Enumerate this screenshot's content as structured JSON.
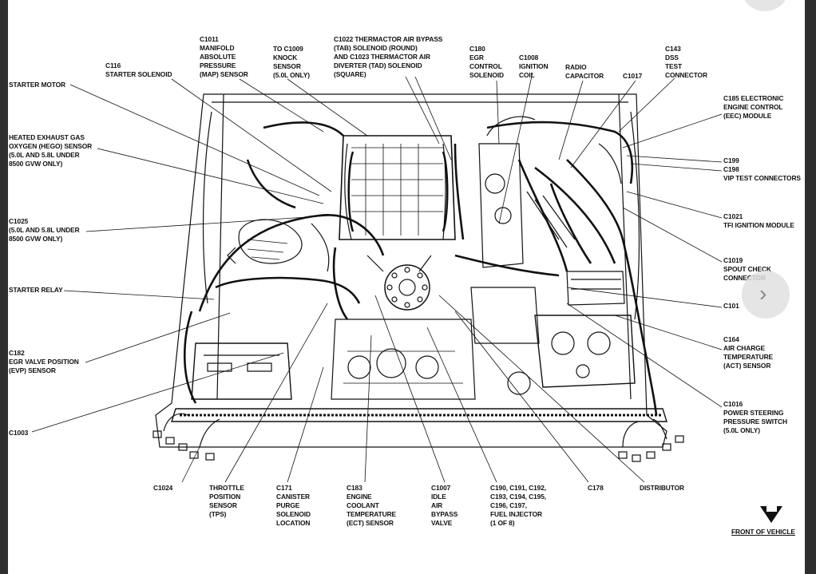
{
  "diagram": {
    "labels": {
      "c1011": "C1011\nMANIFOLD\nABSOLUTE\nPRESSURE\n(MAP) SENSOR",
      "to_c1009": "TO C1009\nKNOCK\nSENSOR\n(5.0L ONLY)",
      "c1022": "C1022 THERMACTOR AIR BYPASS\n(TAB) SOLENOID (ROUND)\nAND C1023 THERMACTOR AIR\nDIVERTER (TAD) SOLENOID\n(SQUARE)",
      "c180": "C180\nEGR\nCONTROL\nSOLENOID",
      "c1008": "C1008\nIGNITION\nCOIL",
      "radio_cap": "RADIO\nCAPACITOR",
      "c1017": "C1017",
      "c143": "C143\nDSS\nTEST\nCONNECTOR",
      "c116": "C116\nSTARTER SOLENOID",
      "starter_motor": "STARTER MOTOR",
      "hego": "HEATED EXHAUST GAS\nOXYGEN (HEGO) SENSOR\n(5.0L AND 5.8L UNDER\n8500 GVW ONLY)",
      "c1025": "C1025\n(5.0L AND 5.8L UNDER\n8500 GVW ONLY)",
      "starter_relay": "STARTER RELAY",
      "c182": "C182\nEGR VALVE POSITION\n(EVP) SENSOR",
      "c1003": "C1003",
      "c1024": "C1024",
      "tps": "THROTTLE\nPOSITION\nSENSOR\n(TPS)",
      "c171": "C171\nCANISTER\nPURGE\nSOLENOID\nLOCATION",
      "c183": "C183\nENGINE\nCOOLANT\nTEMPERATURE\n(ECT) SENSOR",
      "c1007": "C1007\nIDLE\nAIR\nBYPASS\nVALVE",
      "injectors": "C190, C191, C192,\nC193, C194, C195,\nC196, C197,\nFUEL INJECTOR\n(1 OF 8)",
      "c178": "C178",
      "distributor": "DISTRIBUTOR",
      "c185": "C185 ELECTRONIC\nENGINE CONTROL\n(EEC) MODULE",
      "c199": "C199",
      "c198": "C198\nVIP TEST CONNECTORS",
      "c1021": "C1021\nTFI IGNITION MODULE",
      "c1019": "C1019\nSPOUT CHECK\nCONNECTOR",
      "c101": "C101",
      "c164": "C164\nAIR CHARGE\nTEMPERATURE\n(ACT) SENSOR",
      "c1016": "C1016\nPOWER STEERING\nPRESSURE SWITCH\n(5.0L ONLY)",
      "front": "FRONT OF VEHICLE"
    }
  },
  "viewer": {
    "next_icon": "chevron-right-icon",
    "next_glyph": "›"
  }
}
